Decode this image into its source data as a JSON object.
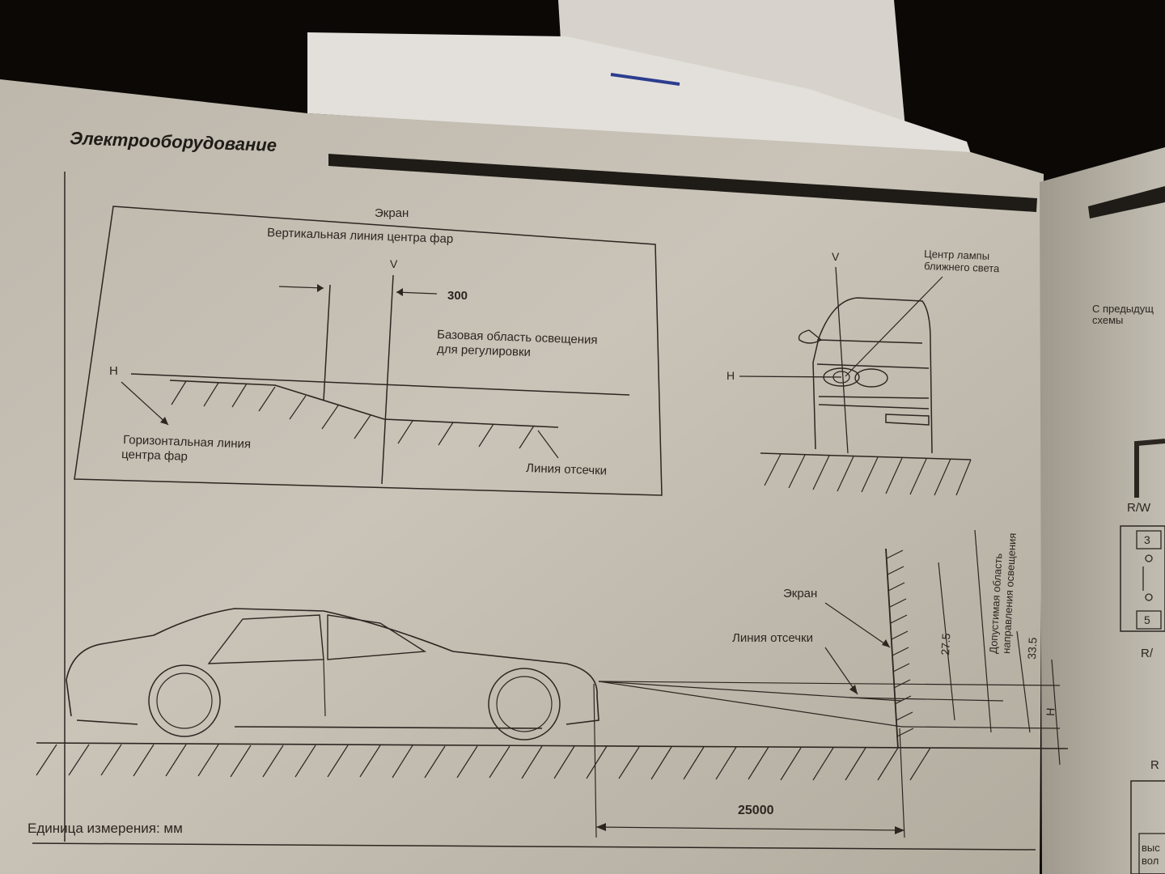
{
  "page": {
    "header": "Электрооборудование",
    "units_note": "Единица измерения: мм"
  },
  "screen_diagram": {
    "title": "Экран",
    "vertical_line_label": "Вертикальная линия центра фар",
    "v_label": "V",
    "offset_value": "300",
    "base_area_label_line1": "Базовая область освещения",
    "base_area_label_line2": "для регулировки",
    "h_label": "H",
    "horizontal_line_label_line1": "Горизонтальная линия",
    "horizontal_line_label_line2": "центра фар",
    "cutoff_label": "Линия отсечки"
  },
  "front_view": {
    "v_label": "V",
    "h_label": "H",
    "lamp_center_line1": "Центр лампы",
    "lamp_center_line2": "ближнего света"
  },
  "side_view": {
    "screen_label": "Экран",
    "cutoff_label": "Линия отсечки",
    "allowed_area_line1": "Допустимая область",
    "allowed_area_line2": "направления освещения",
    "dim_upper": "27.5",
    "dim_lower": "33.5",
    "h_label": "H",
    "distance": "25000"
  },
  "right_page": {
    "text_line1": "С предыдущ",
    "text_line2": "схемы",
    "wire_top": "R/W",
    "pin_top": "3",
    "pin_bottom": "5",
    "wire_bottom": "R/",
    "wire_lower": "R",
    "box_text1": "выс",
    "box_text2": "вол"
  },
  "colors": {
    "paper": "#c9c3b7",
    "ink": "#2b2620",
    "background": "#0b0806",
    "pen_mark": "#2c3d8f"
  }
}
